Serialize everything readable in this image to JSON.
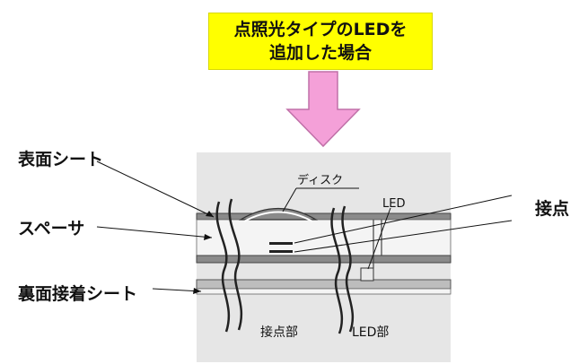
{
  "banner": {
    "line1": "点照光タイプのLEDを",
    "line2": "追加した場合"
  },
  "labels": {
    "surface_sheet": "表面シート",
    "spacer": "スペーサ",
    "back_adhesive_sheet": "裏面接着シート",
    "contact": "接点"
  },
  "diagram": {
    "disk": "ディスク",
    "led": "LED",
    "contact_part": "接点部",
    "led_part": "LED部"
  },
  "colors": {
    "banner_bg": "#ffff00",
    "arrow": "#f4a0d8",
    "arrow_stroke": "#c070a8",
    "panel_bg": "#e6e6e6"
  }
}
